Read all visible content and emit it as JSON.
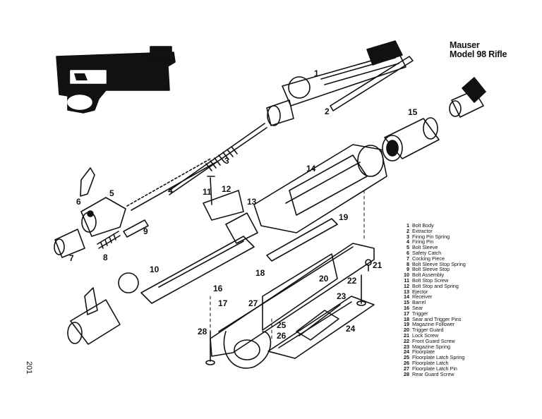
{
  "title": {
    "line1": "Mauser",
    "line2": "Model 98 Rifle"
  },
  "page_number": "201",
  "parts": [
    {
      "num": "1",
      "name": "Bolt Body"
    },
    {
      "num": "2",
      "name": "Extractor"
    },
    {
      "num": "3",
      "name": "Firing Pin Spring"
    },
    {
      "num": "4",
      "name": "Firing Pin"
    },
    {
      "num": "5",
      "name": "Bolt Sleeve"
    },
    {
      "num": "6",
      "name": "Safety Catch"
    },
    {
      "num": "7",
      "name": "Cocking Piece"
    },
    {
      "num": "8",
      "name": "Bolt Sleeve Stop Spring"
    },
    {
      "num": "9",
      "name": "Bolt Sleeve Stop"
    },
    {
      "num": "10",
      "name": "Bolt Assembly"
    },
    {
      "num": "11",
      "name": "Bolt Stop Screw"
    },
    {
      "num": "12",
      "name": "Bolt Stop and Spring"
    },
    {
      "num": "13",
      "name": "Ejector"
    },
    {
      "num": "14",
      "name": "Receiver"
    },
    {
      "num": "15",
      "name": "Barrel"
    },
    {
      "num": "16",
      "name": "Sear"
    },
    {
      "num": "17",
      "name": "Trigger"
    },
    {
      "num": "18",
      "name": "Sear and Trigger Pins"
    },
    {
      "num": "19",
      "name": "Magazine Follower"
    },
    {
      "num": "20",
      "name": "Trigger Guard"
    },
    {
      "num": "21",
      "name": "Lock Screw"
    },
    {
      "num": "22",
      "name": "Front Guard Screw"
    },
    {
      "num": "23",
      "name": "Magazine Spring"
    },
    {
      "num": "24",
      "name": "Floorplate"
    },
    {
      "num": "25",
      "name": "Floorplate Latch Spring"
    },
    {
      "num": "26",
      "name": "Floorplate Latch"
    },
    {
      "num": "27",
      "name": "Floorplate Latch Pin"
    },
    {
      "num": "28",
      "name": "Rear Guard Screw"
    }
  ],
  "callouts": [
    "1",
    "2",
    "3",
    "4",
    "5",
    "6",
    "7",
    "8",
    "9",
    "10",
    "11",
    "12",
    "13",
    "14",
    "15",
    "16",
    "17",
    "18",
    "19",
    "20",
    "21",
    "22",
    "23",
    "24",
    "25",
    "26",
    "27",
    "28"
  ]
}
